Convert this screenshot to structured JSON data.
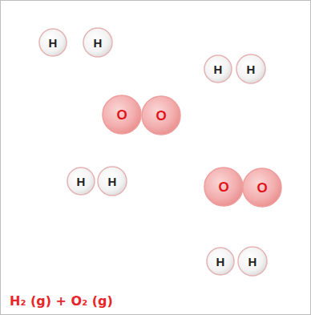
{
  "diagram": {
    "caption": "H₂ (g) + O₂ (g)",
    "nodes": [
      {
        "text": [
          "H"
        ]
      },
      {
        "text": [
          "H"
        ]
      },
      {
        "text": [
          "H"
        ]
      },
      {
        "text": [
          "H"
        ]
      },
      {
        "text": [
          "O"
        ]
      },
      {
        "text": [
          "O"
        ]
      },
      {
        "text": [
          "H"
        ]
      },
      {
        "text": [
          "H"
        ]
      },
      {
        "text": [
          "O"
        ]
      },
      {
        "text": [
          "O"
        ]
      },
      {
        "text": [
          "H"
        ]
      },
      {
        "text": [
          "H"
        ]
      }
    ]
  }
}
